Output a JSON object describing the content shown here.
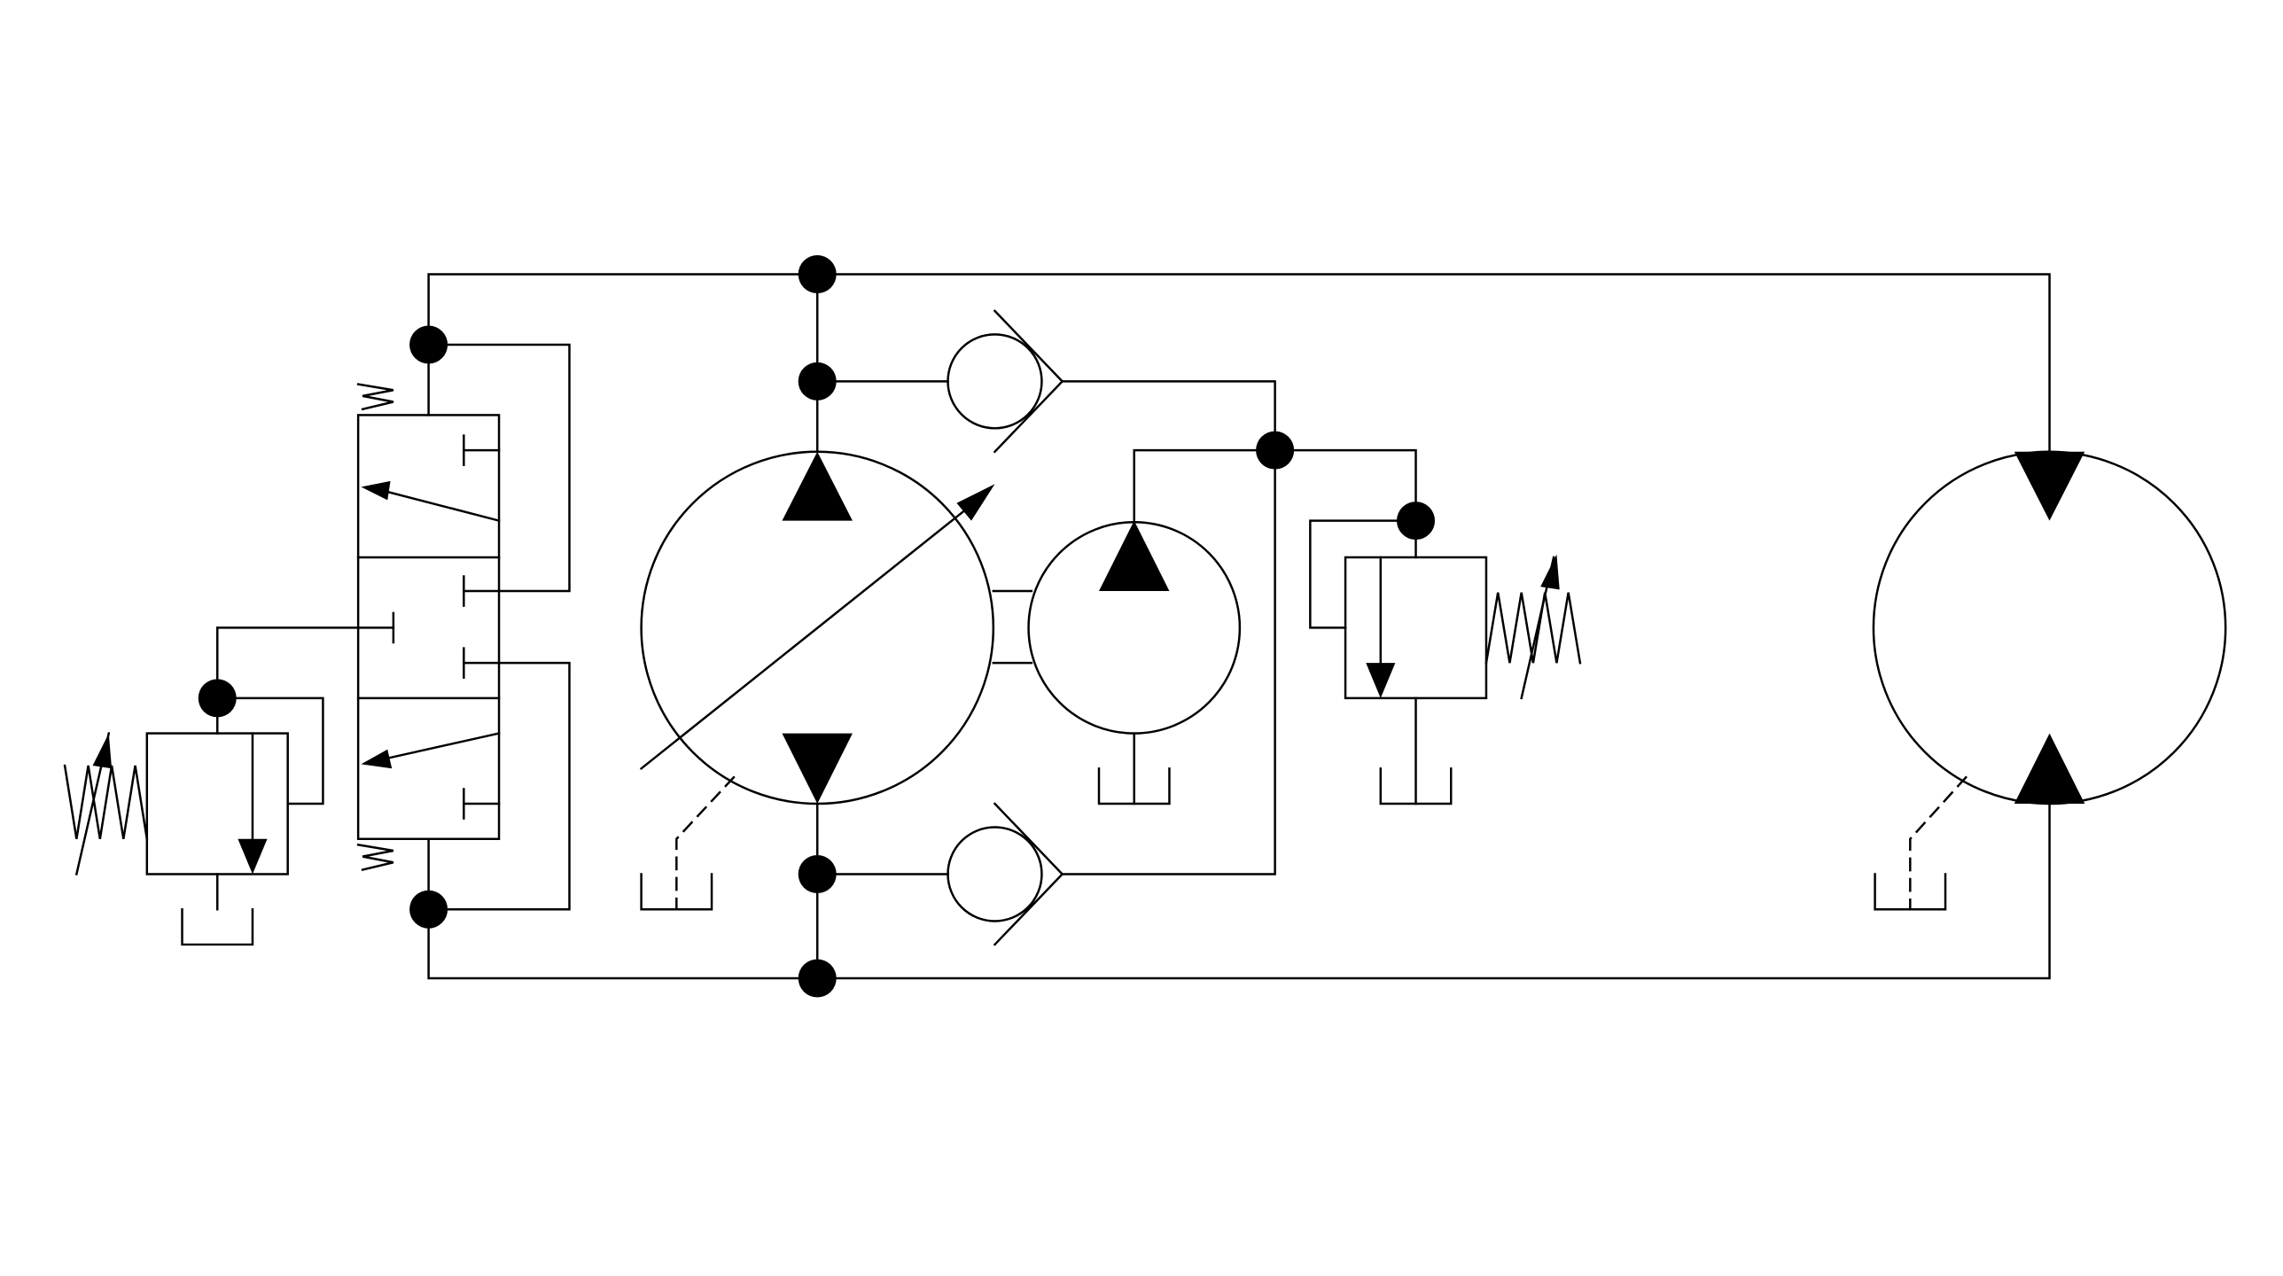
{
  "diagram": {
    "type": "hydraulic-schematic",
    "line_color": "#000000",
    "fill_color": "#000000",
    "background_color": "#ffffff",
    "components": [
      {
        "id": "directional-control-valve",
        "kind": "3-position valve with spring centering"
      },
      {
        "id": "relief-valve-left",
        "kind": "adjustable pressure relief valve"
      },
      {
        "id": "main-variable-pump",
        "kind": "variable displacement pump, bidirectional"
      },
      {
        "id": "charge-pump",
        "kind": "fixed displacement pump"
      },
      {
        "id": "check-valve-upper",
        "kind": "check valve"
      },
      {
        "id": "check-valve-lower",
        "kind": "check valve"
      },
      {
        "id": "relief-valve-right",
        "kind": "adjustable pressure relief valve"
      },
      {
        "id": "hydraulic-motor",
        "kind": "fixed displacement motor, bidirectional"
      },
      {
        "id": "tank-symbols",
        "kind": "reservoir"
      }
    ]
  }
}
